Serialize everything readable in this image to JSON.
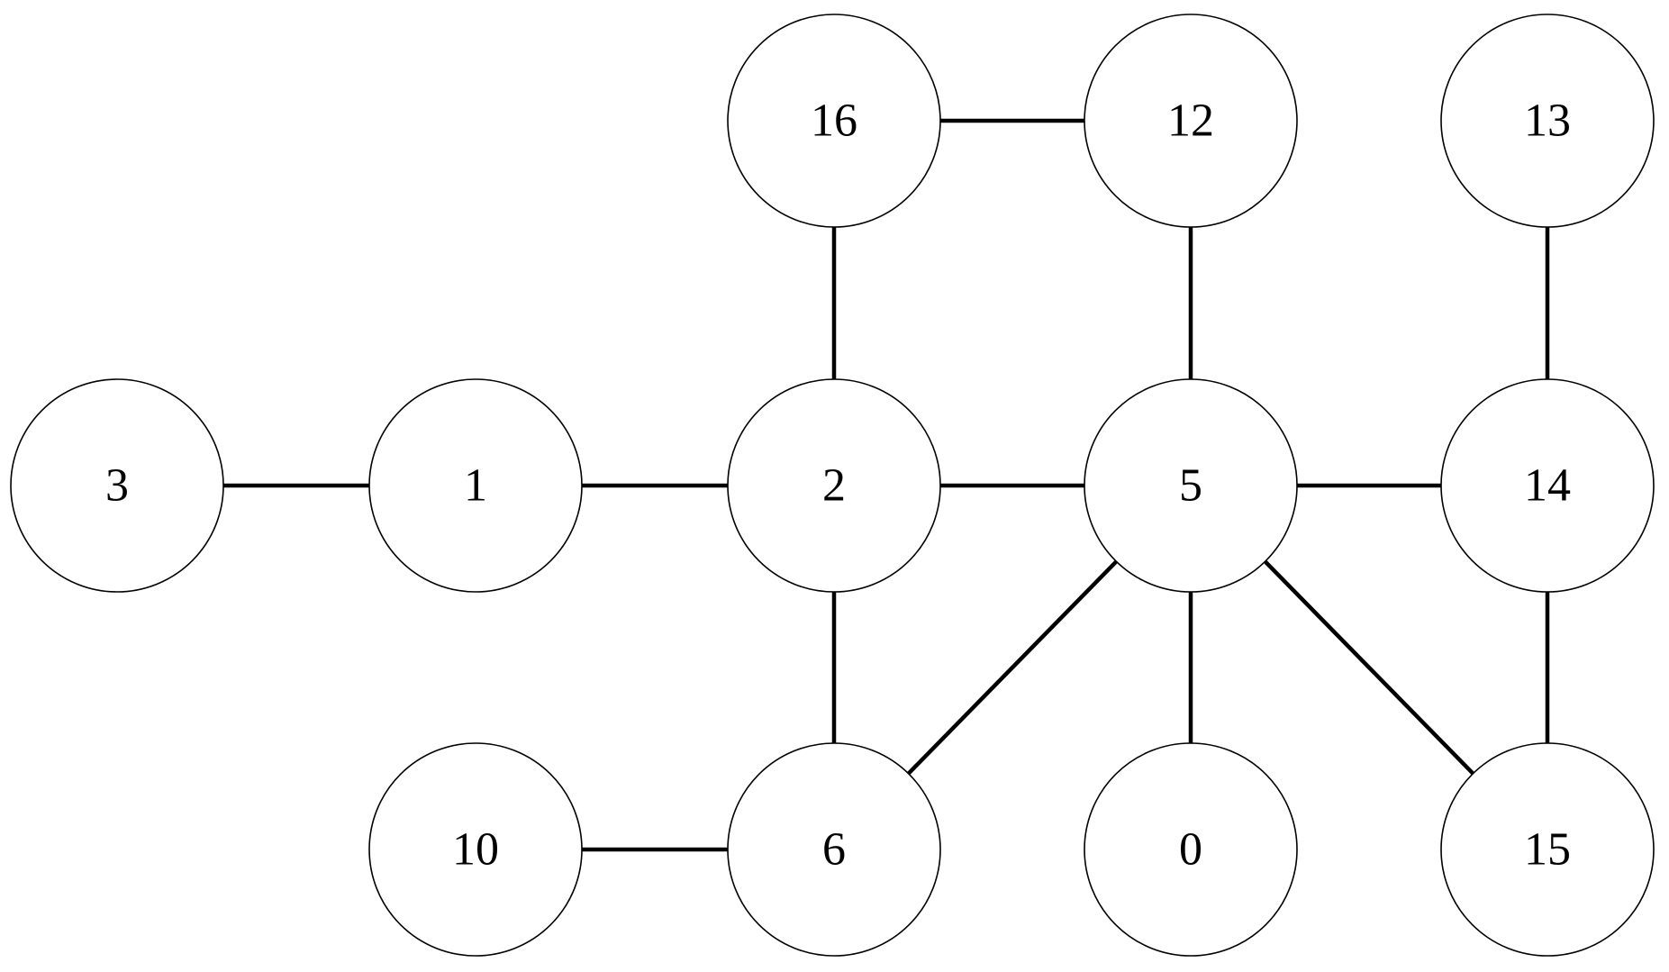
{
  "diagram": {
    "type": "undirected-graph",
    "nodes": [
      {
        "id": "n0",
        "label": "0"
      },
      {
        "id": "n1",
        "label": "1"
      },
      {
        "id": "n2",
        "label": "2"
      },
      {
        "id": "n3",
        "label": "3"
      },
      {
        "id": "n5",
        "label": "5"
      },
      {
        "id": "n6",
        "label": "6"
      },
      {
        "id": "n10",
        "label": "10"
      },
      {
        "id": "n12",
        "label": "12"
      },
      {
        "id": "n13",
        "label": "13"
      },
      {
        "id": "n14",
        "label": "14"
      },
      {
        "id": "n15",
        "label": "15"
      },
      {
        "id": "n16",
        "label": "16"
      }
    ],
    "edges": [
      {
        "from": "n16",
        "to": "n12"
      },
      {
        "from": "n16",
        "to": "n2"
      },
      {
        "from": "n12",
        "to": "n5"
      },
      {
        "from": "n13",
        "to": "n14"
      },
      {
        "from": "n3",
        "to": "n1"
      },
      {
        "from": "n1",
        "to": "n2"
      },
      {
        "from": "n2",
        "to": "n5"
      },
      {
        "from": "n5",
        "to": "n14"
      },
      {
        "from": "n2",
        "to": "n6"
      },
      {
        "from": "n5",
        "to": "n6"
      },
      {
        "from": "n5",
        "to": "n0"
      },
      {
        "from": "n5",
        "to": "n15"
      },
      {
        "from": "n14",
        "to": "n15"
      },
      {
        "from": "n10",
        "to": "n6"
      }
    ],
    "colors": {
      "edge": "#000000",
      "node_stroke": "#000000",
      "node_fill": "#ffffff",
      "label": "#000000"
    }
  }
}
